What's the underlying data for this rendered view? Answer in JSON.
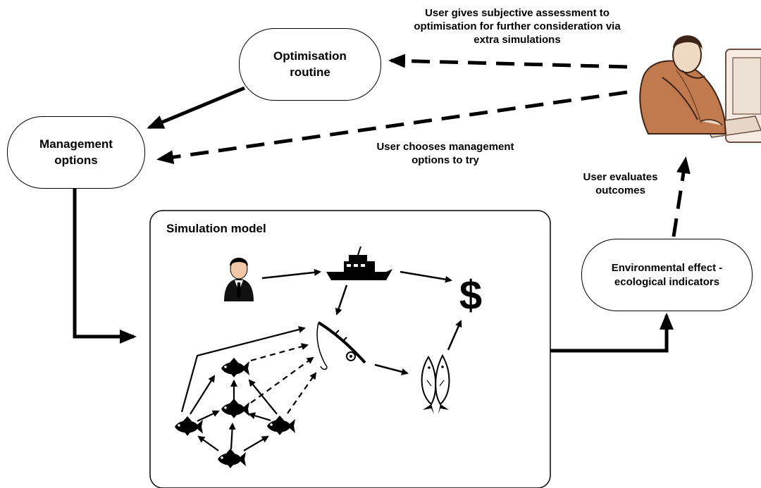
{
  "nodes": {
    "optimisation": "Optimisation routine",
    "management": "Management options",
    "environmental": "Environmental effect - ecological indicators",
    "simulation_title": "Simulation model"
  },
  "annotations": {
    "subjective": "User gives subjective assessment to optimisation for further consideration via extra simulations",
    "chooses": "User chooses management options to try",
    "evaluates": "User evaluates outcomes"
  },
  "symbols": {
    "money": "$"
  },
  "icons": [
    "user-at-computer-icon",
    "manager-person-icon",
    "fishing-boat-icon",
    "fishing-rod-icon",
    "caught-fish-icon",
    "fish-icon",
    "dollar-icon"
  ]
}
